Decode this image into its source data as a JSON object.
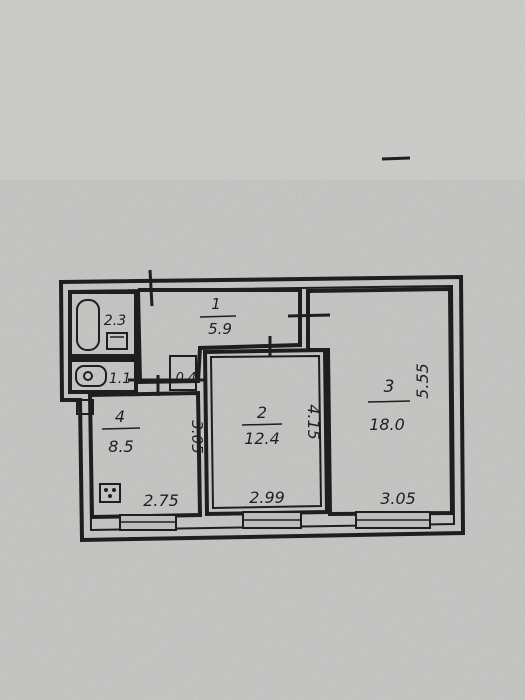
{
  "plan": {
    "rooms": [
      {
        "id": "1",
        "number": "1",
        "area": "5.9"
      },
      {
        "id": "2",
        "number": "2",
        "area": "12.4"
      },
      {
        "id": "3",
        "number": "3",
        "area": "18.0"
      },
      {
        "id": "4",
        "number": "4",
        "area": "8.5"
      }
    ],
    "bathroom_area": "2.3",
    "toilet_area": "1.1",
    "closet_area": "0.4",
    "dimensions": {
      "room4_width": "2.75",
      "room2_width": "2.99",
      "room3_width": "3.05",
      "room4_depth": "3.05",
      "room2_depth": "4.15",
      "room3_depth": "5.55"
    }
  }
}
